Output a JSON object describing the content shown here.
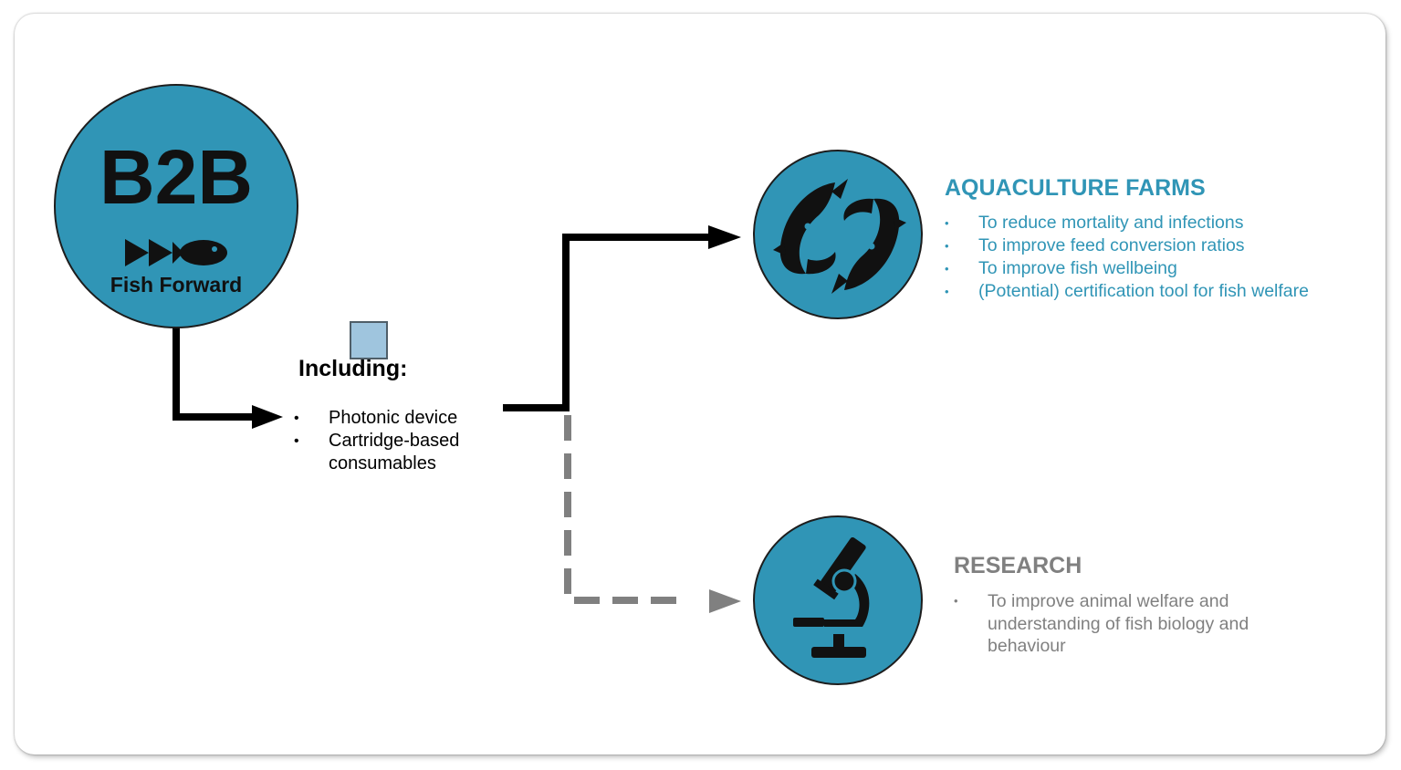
{
  "b2b": {
    "title": "B2B",
    "logo_text": "Fish Forward",
    "logo_icon": "fast-forward-fish-icon"
  },
  "including": {
    "title": "Including:",
    "items": [
      {
        "bullet": "•",
        "text": "Photonic device"
      },
      {
        "bullet": "•",
        "text": "Cartridge-based consumables"
      }
    ]
  },
  "aquaculture": {
    "title": "AQUACULTURE FARMS",
    "icon": "two-fish-icon",
    "items": [
      {
        "bullet": "•",
        "text": "To reduce mortality and infections"
      },
      {
        "bullet": "•",
        "text": "To improve feed conversion ratios"
      },
      {
        "bullet": "•",
        "text": "To improve fish wellbeing"
      },
      {
        "bullet": "•",
        "text": "(Potential) certification tool for fish welfare"
      }
    ]
  },
  "research": {
    "title": "RESEARCH",
    "icon": "microscope-icon",
    "items": [
      {
        "bullet": "•",
        "text": "To improve animal welfare and understanding of fish biology and behaviour"
      }
    ]
  },
  "colors": {
    "circle_fill": "#3095b6",
    "aquaculture_text": "#3095b6",
    "research_text": "#808080",
    "solid_arrow": "#000000",
    "dashed_arrow": "#808080",
    "square_fill": "#9fc5de"
  }
}
